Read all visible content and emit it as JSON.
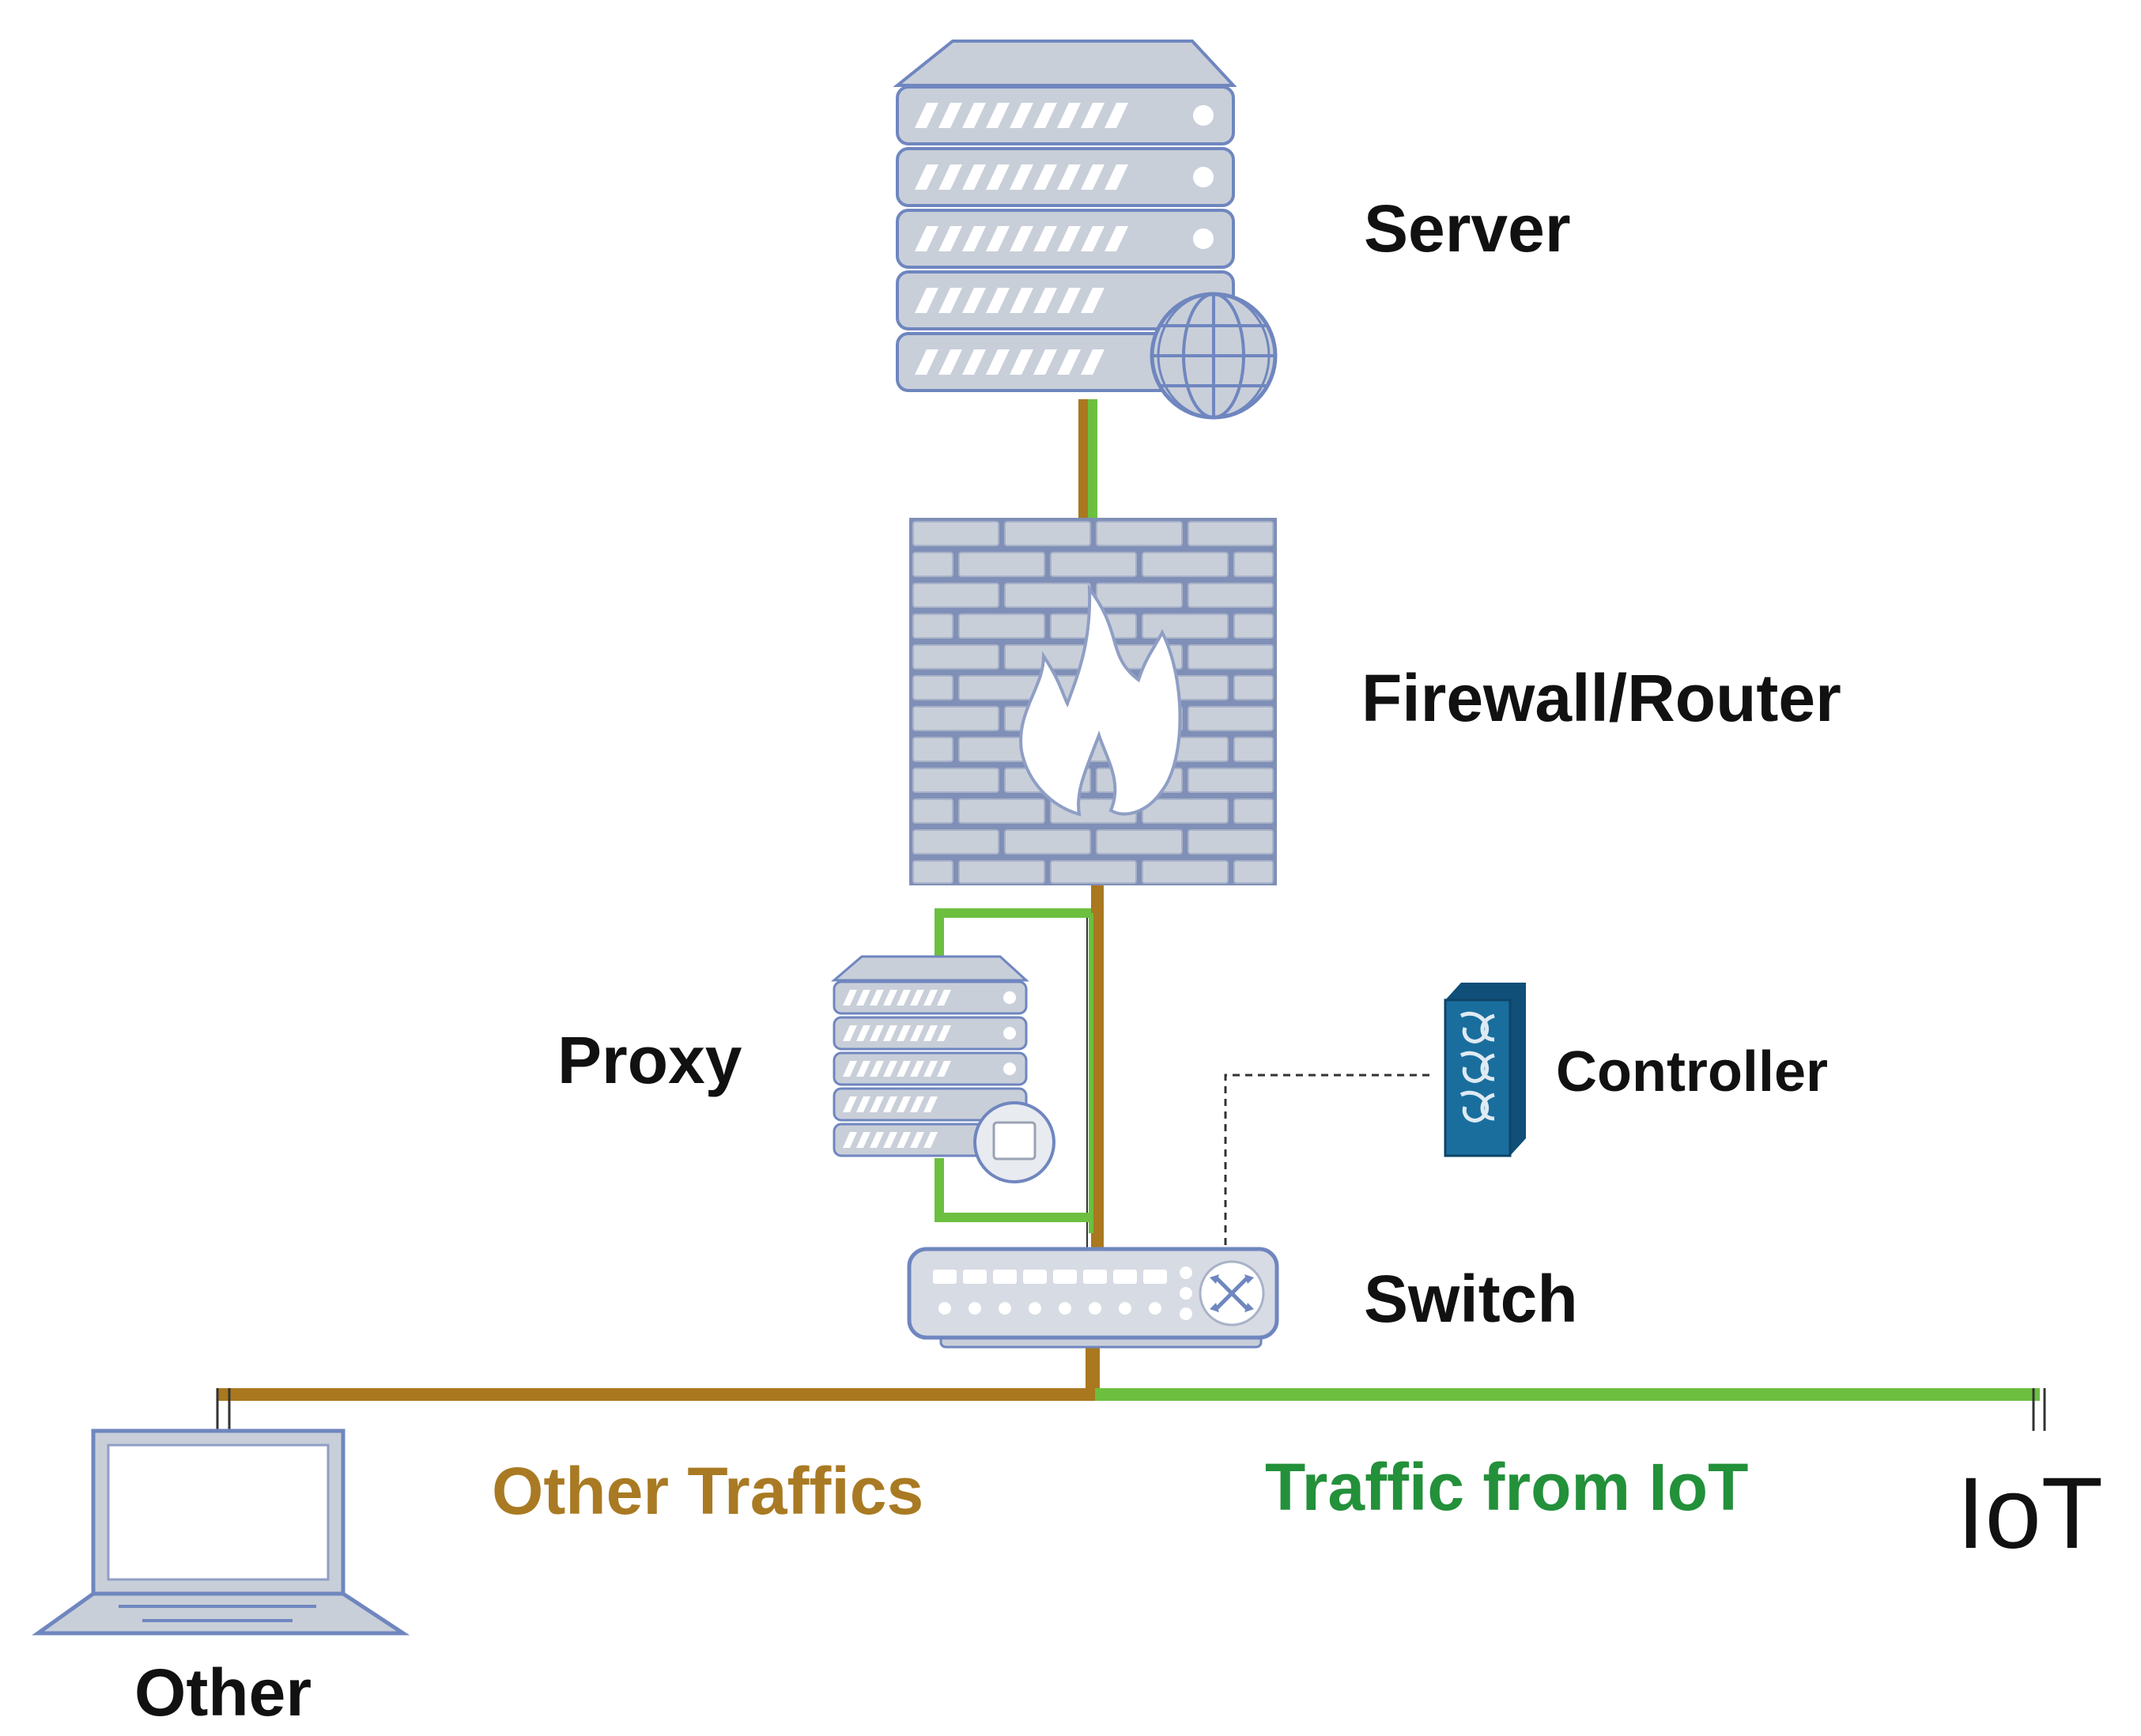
{
  "nodes": {
    "server": {
      "label": "Server",
      "icon": "server-globe-icon"
    },
    "firewall": {
      "label": "Firewall/Router",
      "icon": "firewall-icon"
    },
    "proxy": {
      "label": "Proxy",
      "icon": "proxy-server-icon"
    },
    "controller": {
      "label": "Controller",
      "icon": "controller-icon"
    },
    "switch": {
      "label": "Switch",
      "icon": "switch-icon"
    },
    "other": {
      "label": "Other",
      "icon": "laptop-icon"
    },
    "iot": {
      "label": "IoT"
    }
  },
  "traffic": {
    "other": {
      "label": "Other Traffics",
      "color": "#a97a23"
    },
    "iot": {
      "label": "Traffic from IoT",
      "color": "#23903a"
    }
  },
  "colors": {
    "icon_fill": "#c9cfd9",
    "icon_stroke": "#6f86bf",
    "other_line": "#a9781f",
    "iot_line": "#6cbf3f",
    "controller": "#1a6e9e"
  }
}
